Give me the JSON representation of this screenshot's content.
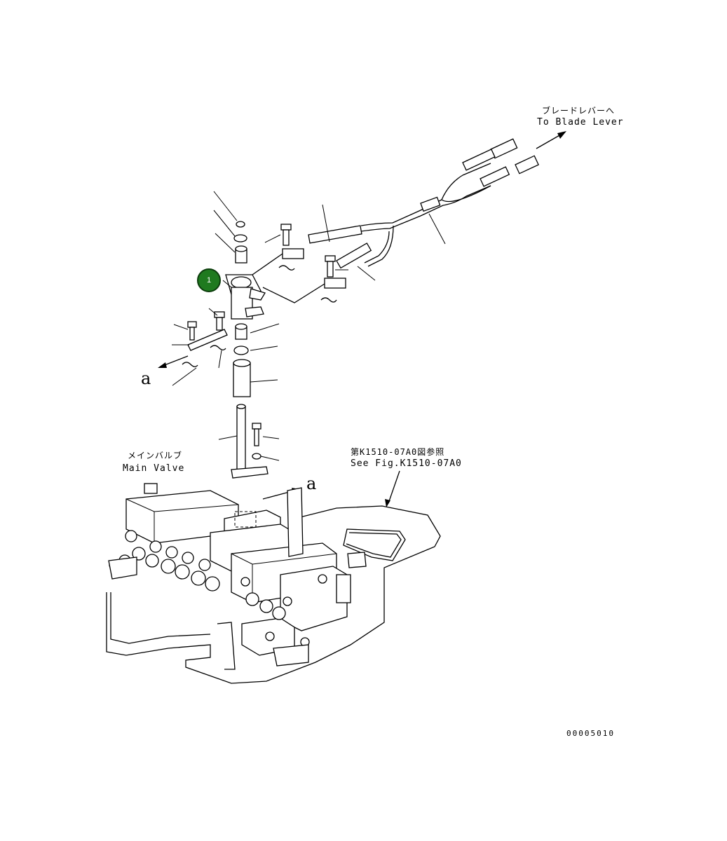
{
  "labels": {
    "blade_lever_jp": "ブレードレバーへ",
    "blade_lever_en": "To Blade Lever",
    "main_valve_jp": "メインバルブ",
    "main_valve_en": "Main Valve",
    "ref_fig_jp": "第K1510-07A0図参照",
    "ref_fig_en": "See Fig.K1510-07A0",
    "section_a_left": "a",
    "section_a_right": "a",
    "drawing_code": "00005010"
  },
  "callouts": [
    {
      "number": "1",
      "color": "#1f7a1f"
    }
  ]
}
